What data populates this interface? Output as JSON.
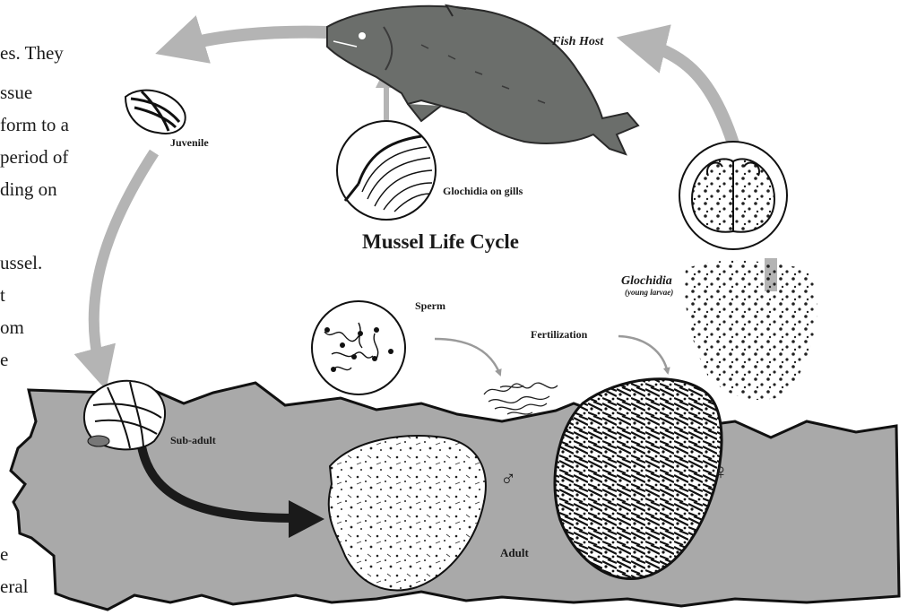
{
  "diagram": {
    "title": "Mussel Life Cycle",
    "labels": {
      "fish_host": "Fish Host",
      "juvenile": "Juvenile",
      "glochidia_on_gills": "Glochidia on gills",
      "glochidia": "Glochidia",
      "glochidia_sub": "(young larvae)",
      "sperm": "Sperm",
      "fertilization": "Fertilization",
      "sub_adult": "Sub-adult",
      "adult": "Adult",
      "male_symbol": "♂",
      "female_symbol": "♀"
    },
    "colors": {
      "substrate": "#a9a9a9",
      "fish": "#6b6e6b",
      "cycle_arrow": "#b4b4b4",
      "dark_arrow": "#1a1a1a"
    }
  },
  "side_text": {
    "lines_top": [
      "es. They",
      "ssue",
      "form to a",
      "period of",
      "ding on",
      "",
      "ussel.",
      "t",
      "om",
      "e"
    ],
    "lines_bottom": [
      "e",
      "eral"
    ]
  }
}
